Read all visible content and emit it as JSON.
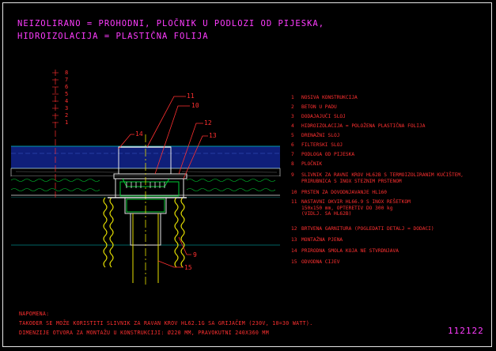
{
  "title": {
    "line1": "NEIZOLIRANO = PROHODNI, PLOČNIK U PODLOZI OD PIJESKA,",
    "line2": "HIDROIZOLACIJA = PLASTIČNA FOLIJA"
  },
  "scale_labels": [
    "8",
    "7",
    "6",
    "5",
    "4",
    "3",
    "2",
    "1"
  ],
  "callouts": [
    "11",
    "10",
    "12",
    "13",
    "14",
    "9",
    "15"
  ],
  "legend": [
    {
      "n": "1",
      "t": "NOSIVA KONSTRUKCIJA"
    },
    {
      "n": "2",
      "t": "BETON U PADU"
    },
    {
      "n": "3",
      "t": "DODAJAJUĆI SLOJ"
    },
    {
      "n": "4",
      "t": "HIDROIZOLACIJA = POLOŽENA PLASTIČNA FOLIJA"
    },
    {
      "n": "5",
      "t": "DRENAŽNI SLOJ"
    },
    {
      "n": "6",
      "t": "FILTERSKI SLOJ"
    },
    {
      "n": "7",
      "t": "PODLOGA OD PIJESKA"
    },
    {
      "n": "8",
      "t": "PLOČNIK"
    },
    {
      "n": "9",
      "t": "SLIVNIK ZA RAVNI KROV HL62B S TERMOIZOLIRANIM KUĆIŠTEM,\nPRIRUBNICA S INOX STEZNIM PRSTENOM"
    },
    {
      "n": "10",
      "t": "PRSTEN ZA DOVODNJAVANJE HL160"
    },
    {
      "n": "11",
      "t": "NASTAVNI OKVIR HL66.9 S INOX REŠETKOM\n150x150 mm, OPTERETIV DO 300 kg\n(VIDLJ. SA HL62B)"
    },
    {
      "n": "12",
      "t": "BRTVENA GARNITURA (POGLEDATI DETALJ = DODACI)"
    },
    {
      "n": "13",
      "t": "MONTAŽNA PJENA"
    },
    {
      "n": "14",
      "t": "PRIRODNA SMOLA KOJA NE STVRDNJAVA"
    },
    {
      "n": "15",
      "t": "ODVODNA CIJEV"
    }
  ],
  "note": {
    "heading": "NAPOMENA:",
    "line1": "TAKOĐER SE MOŽE KORISTITI SLIVNIK ZA RAVAN KROV HL62.1G SA GRIJAČEM (230V, 10=30 WATT).",
    "line2": "DIMENZIJE OTVORA ZA MONTAŽU U KONSTRUKCIJI: Ø220 MM, PRAVOKUTNI 240X360 MM"
  },
  "drawing_code": "112122",
  "colors": {
    "magenta": "#ff3cff",
    "red": "#ff3030",
    "navy_layer": "#0f1f7a",
    "green": "#00cc33",
    "yellow": "#e6e000",
    "cyan": "#00c8c8"
  }
}
